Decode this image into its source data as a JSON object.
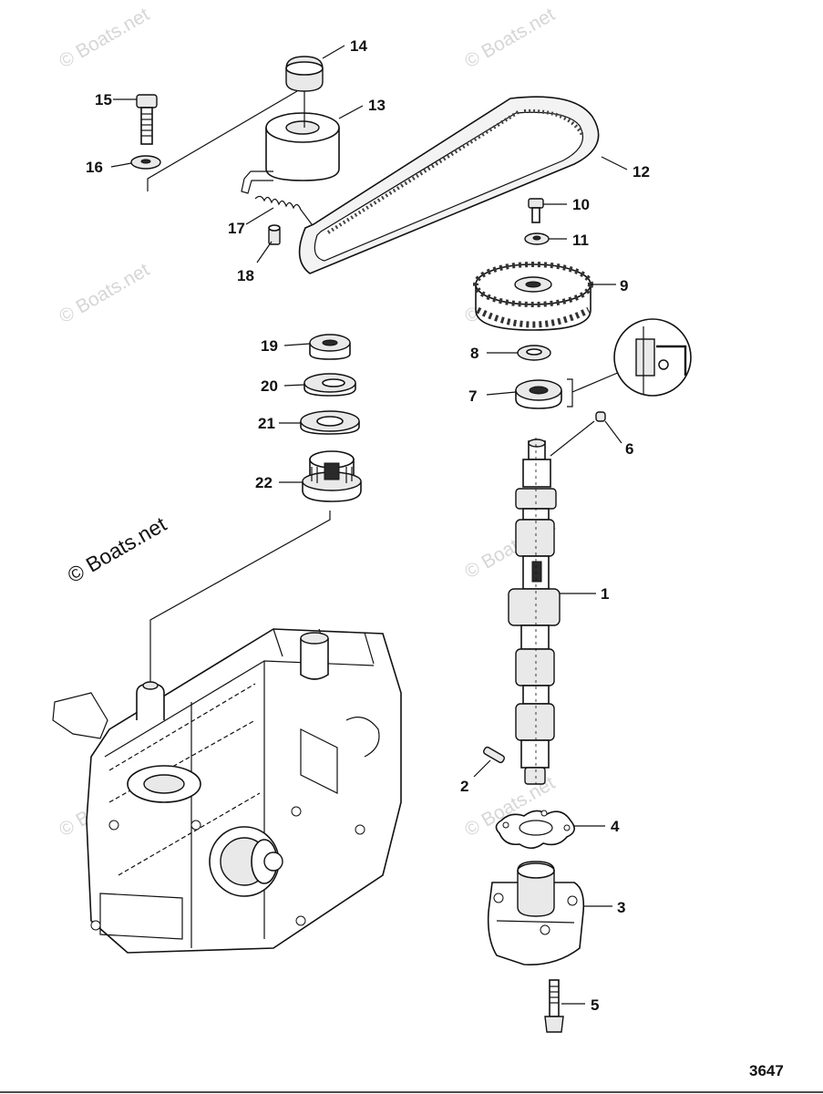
{
  "watermark": {
    "small": "© Boats.net",
    "main": "© Boats.net"
  },
  "figure_number": "3647",
  "callouts": {
    "c1": "1",
    "c2": "2",
    "c3": "3",
    "c4": "4",
    "c5": "5",
    "c6": "6",
    "c7": "7",
    "c8": "8",
    "c9": "9",
    "c10": "10",
    "c11": "11",
    "c12": "12",
    "c13": "13",
    "c14": "14",
    "c15": "15",
    "c16": "16",
    "c17": "17",
    "c18": "18",
    "c19": "19",
    "c20": "20",
    "c21": "21",
    "c22": "22"
  }
}
